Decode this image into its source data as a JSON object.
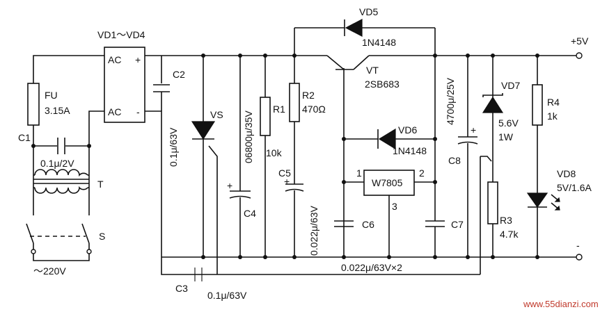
{
  "labels": {
    "bridge": "VD1～VD4",
    "ac_top": "AC",
    "ac_bottom": "AC",
    "plus": "+",
    "minus": "-",
    "fu": "FU",
    "fu_value": "3.15A",
    "c1": "C1",
    "c1_value": "0.1μ/2V",
    "t": "T",
    "s": "S",
    "mains": "～220V",
    "c2": "C2",
    "c2_value": "0.1μ/63V",
    "vs": "VS",
    "c4": "C4",
    "c4_value": "06800μ/35V",
    "c4_plus": "+",
    "r1": "R1",
    "r1_value": "10k",
    "r2": "R2",
    "r2_value": "470Ω",
    "c5": "C5",
    "c5_plus": "+",
    "c5_value": "0.022μ/63V",
    "vd5": "VD5",
    "vd5_value": "1N4148",
    "vt": "VT",
    "vt_value": "2SB683",
    "vd6": "VD6",
    "vd6_value": "1N4148",
    "reg": "W7805",
    "pin1": "1",
    "pin2": "2",
    "pin3": "3",
    "c6": "C6",
    "c7": "C7",
    "c8": "C8",
    "c8_plus": "+",
    "c8_value": "4700μ/25V",
    "vd7": "VD7",
    "vd7_value1": "5.6V",
    "vd7_value2": "1W",
    "r3": "R3",
    "r3_value": "4.7k",
    "r4": "R4",
    "r4_value": "1k",
    "vd8": "VD8",
    "vd8_value": "5V/1.6A",
    "out_plus": "+5V",
    "out_minus": "-",
    "c3": "C3",
    "c3_value": "0.1μ/63V",
    "c67_value": "0.022μ/63V×2",
    "watermark": "www.55dianzi.com"
  }
}
